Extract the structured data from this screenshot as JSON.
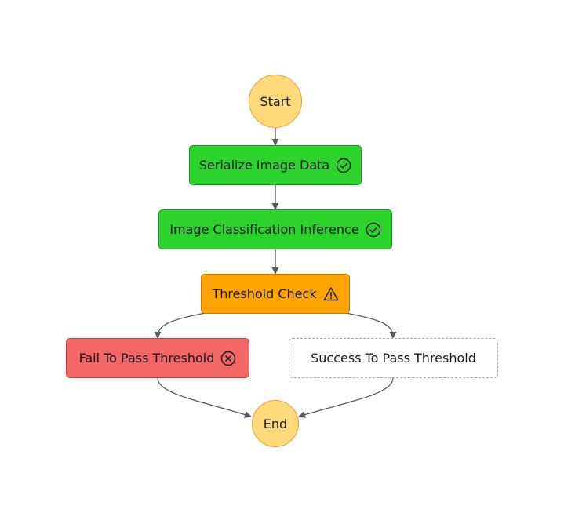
{
  "nodes": {
    "start": {
      "label": "Start"
    },
    "serialize": {
      "label": "Serialize Image Data",
      "status_icon": "check-circle-icon"
    },
    "classify": {
      "label": "Image Classification Inference",
      "status_icon": "check-circle-icon"
    },
    "threshold": {
      "label": "Threshold Check",
      "status_icon": "warning-triangle-icon"
    },
    "fail": {
      "label": "Fail To Pass Threshold",
      "status_icon": "x-circle-icon"
    },
    "success": {
      "label": "Success To Pass Threshold"
    },
    "end": {
      "label": "End"
    }
  },
  "colors": {
    "terminal": "#ffd97a",
    "succeeded": "#2cd32c",
    "caught_error": "#ffa300",
    "failed": "#f26666",
    "not_run": "#ffffff",
    "edge": "#545b64"
  }
}
